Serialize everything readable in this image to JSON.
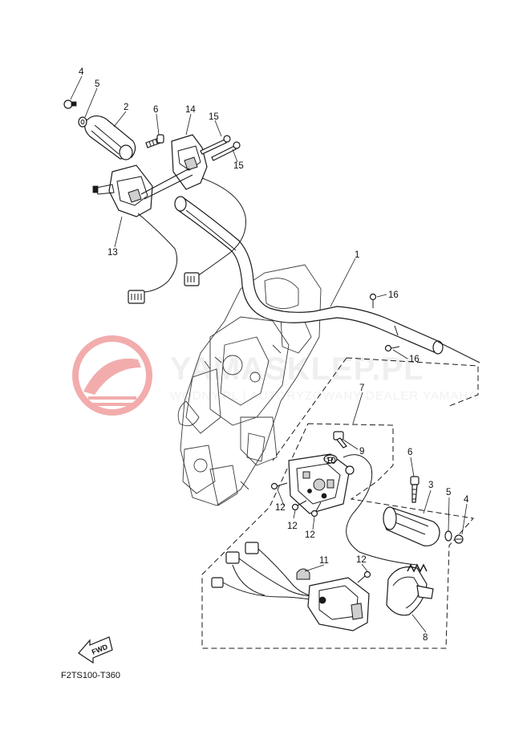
{
  "diagram": {
    "drawing_code": "F2TS100-T360",
    "direction_label": "FWD",
    "watermark": {
      "main": "YAMASKLEP.PL",
      "sub": "WODNY.PL | AUTORYZOWANY DEALER YAMAHA"
    },
    "parts": [
      {
        "number": "1"
      },
      {
        "number": "2"
      },
      {
        "number": "3"
      },
      {
        "number": "4"
      },
      {
        "number": "5"
      },
      {
        "number": "6"
      },
      {
        "number": "7"
      },
      {
        "number": "8"
      },
      {
        "number": "9"
      },
      {
        "number": "10"
      },
      {
        "number": "11"
      },
      {
        "number": "12"
      },
      {
        "number": "13"
      },
      {
        "number": "14"
      },
      {
        "number": "15"
      },
      {
        "number": "16"
      }
    ],
    "callouts": [
      {
        "label": "4"
      },
      {
        "label": "5"
      },
      {
        "label": "2"
      },
      {
        "label": "6"
      },
      {
        "label": "14"
      },
      {
        "label": "15"
      },
      {
        "label": "15"
      },
      {
        "label": "13"
      },
      {
        "label": "1"
      },
      {
        "label": "16"
      },
      {
        "label": "16"
      },
      {
        "label": "7"
      },
      {
        "label": "9"
      },
      {
        "label": "10"
      },
      {
        "label": "6"
      },
      {
        "label": "3"
      },
      {
        "label": "5"
      },
      {
        "label": "4"
      },
      {
        "label": "12"
      },
      {
        "label": "12"
      },
      {
        "label": "12"
      },
      {
        "label": "11"
      },
      {
        "label": "12"
      },
      {
        "label": "8"
      }
    ],
    "colors": {
      "line": "#1a1a1a",
      "watermark_logo": "#e86a6a",
      "watermark_text": "#e2e2e2"
    }
  }
}
